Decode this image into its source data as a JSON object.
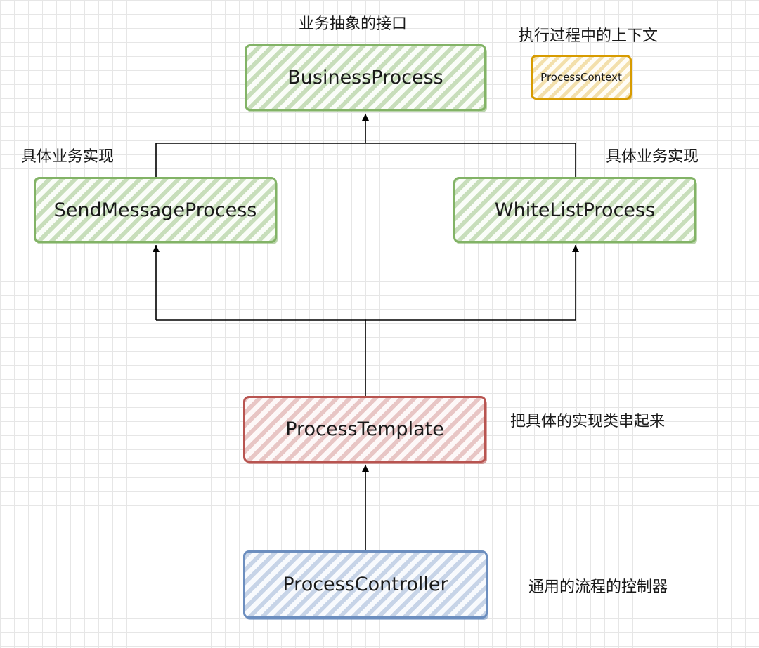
{
  "nodes": {
    "business_process": "BusinessProcess",
    "process_context": "ProcessContext",
    "send_message_process": "SendMessageProcess",
    "white_list_process": "WhiteListProcess",
    "process_template": "ProcessTemplate",
    "process_controller": "ProcessController"
  },
  "annotations": {
    "business_interface": "业务抽象的接口",
    "execution_context": "执行过程中的上下文",
    "impl_left": "具体业务实现",
    "impl_right": "具体业务实现",
    "template_desc": "把具体的实现类串起来",
    "controller_desc": "通用的流程的控制器"
  },
  "colors": {
    "interface_and_impl": "#82b366",
    "context": "#d79b00",
    "template": "#b85450",
    "controller": "#6c8ebf",
    "connector": "#000000"
  }
}
